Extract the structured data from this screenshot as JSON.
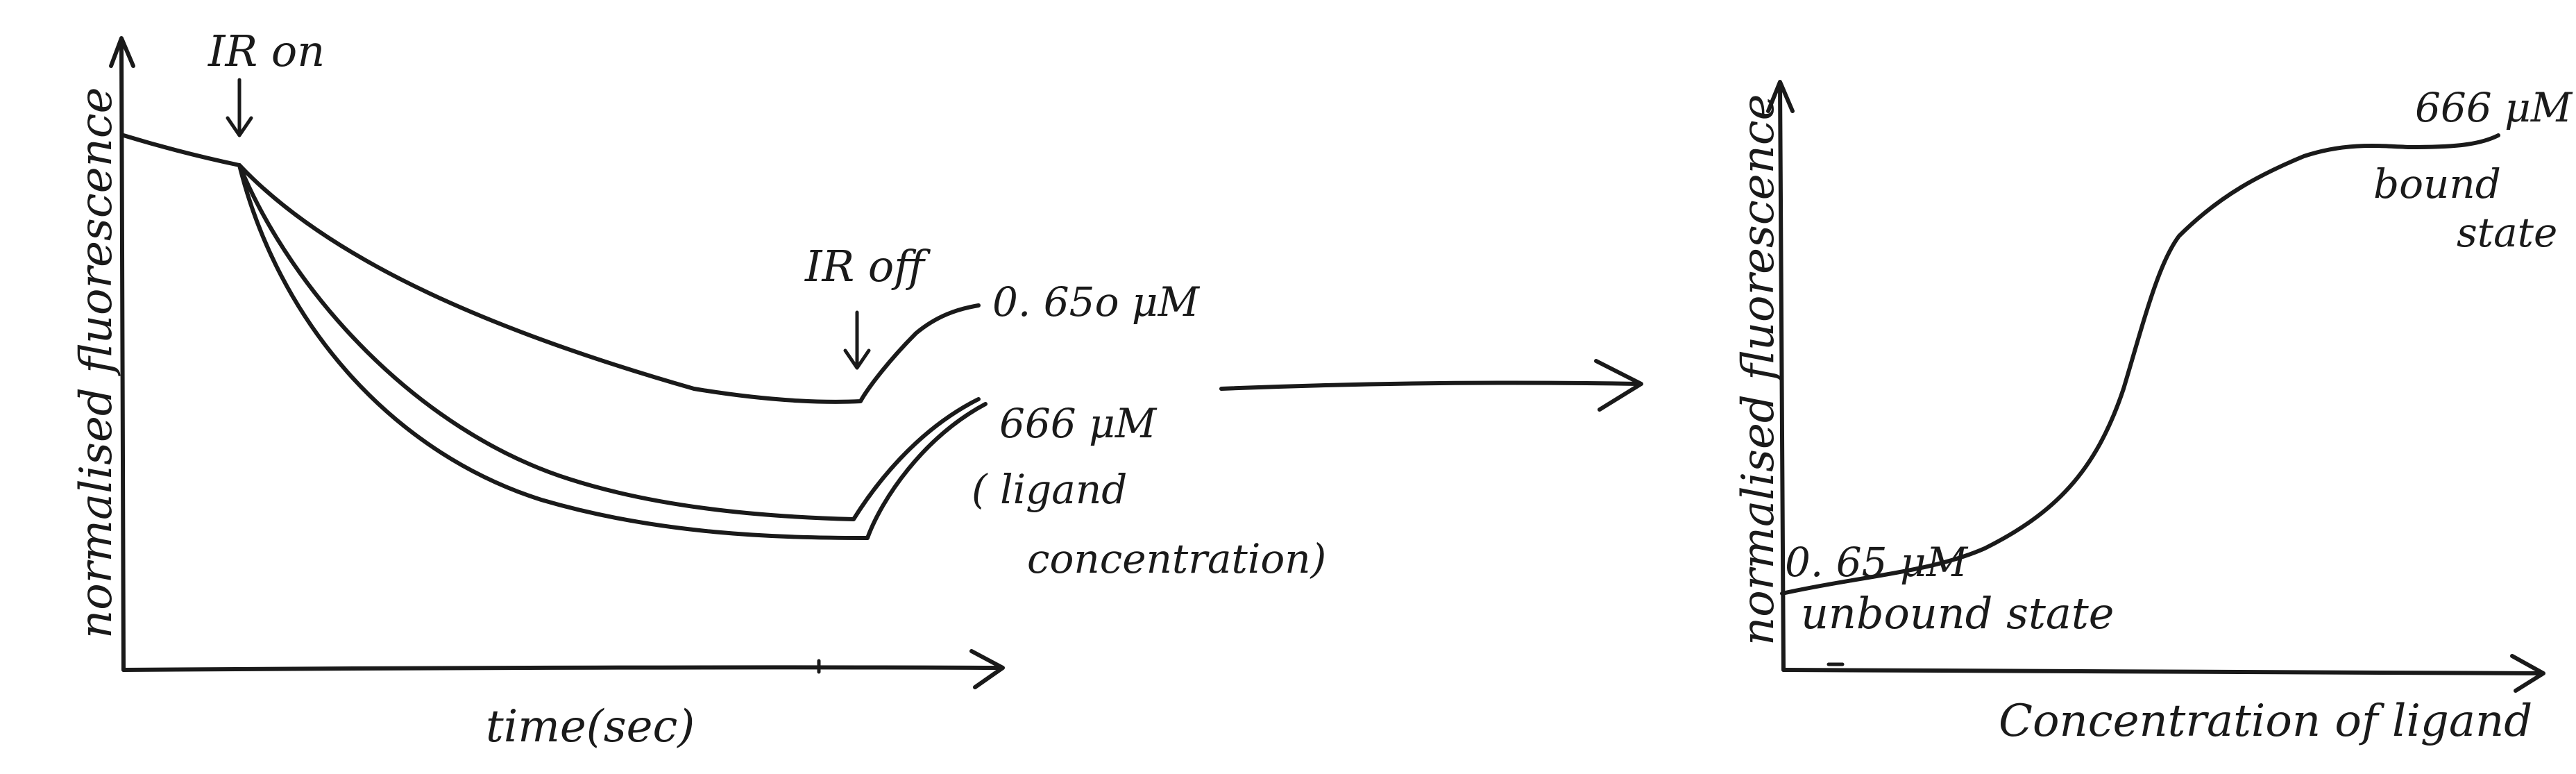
{
  "left_plot": {
    "ylabel": "normalised  fluorescence",
    "xlabel": "time(sec)",
    "ir_on": "IR on",
    "ir_off": "IR off",
    "curve_labels": {
      "low": "0. 65o μM",
      "high": "666 μM",
      "note_line1": "( ligand",
      "note_line2": "concentration)"
    }
  },
  "right_plot": {
    "ylabel": "normalised  fluorescence",
    "xlabel": "Concentration  of  ligand",
    "low_label": "0. 65 μM",
    "low_state": "unbound state",
    "high_label": "666 μM",
    "high_state_line1": "bound",
    "high_state_line2": "state"
  }
}
